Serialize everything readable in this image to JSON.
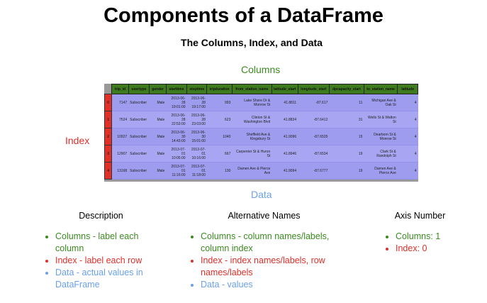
{
  "title": "Components of a DataFrame",
  "subtitle": "The Columns, Index, and Data",
  "labels": {
    "columns": "Columns",
    "index": "Index",
    "data": "Data"
  },
  "colors": {
    "columns": "#3a8a1f",
    "index": "#e0302a",
    "data": "#6aa0ee"
  },
  "table": {
    "headers": [
      "trip_id",
      "usertype",
      "gender",
      "starttime",
      "stoptime",
      "tripduration",
      "from_station_name",
      "latitude_start",
      "longitude_start",
      "dpcapacity_start",
      "to_station_name",
      "latitude"
    ],
    "index": [
      "0",
      "1",
      "2",
      "3",
      "4"
    ],
    "rows": [
      [
        "7147",
        "Subscriber",
        "Male",
        "2013-06-28 19:01:00",
        "2013-06-28 19:17:00",
        "993",
        "Lake Shore Dr & Monroe St",
        "41.8811",
        "-87.617",
        "11",
        "Michigan Ave & Oak St",
        "4"
      ],
      [
        "7524",
        "Subscriber",
        "Male",
        "2013-06-28 22:53:00",
        "2013-06-28 23:03:00",
        "623",
        "Clinton St & Washington Blvd",
        "41.8834",
        "-87.6412",
        "31",
        "Wells St & Walton St",
        "4"
      ],
      [
        "10927",
        "Subscriber",
        "Male",
        "2013-06-30 14:43:00",
        "2013-06-30 15:01:00",
        "1040",
        "Sheffield Ave & Kingsbury St",
        "41.9096",
        "-87.6535",
        "15",
        "Dearborn St & Monroe St",
        "4"
      ],
      [
        "12907",
        "Subscriber",
        "Male",
        "2013-07-01 10:05:00",
        "2013-07-01 10:16:00",
        "667",
        "Carpenter St & Huron St",
        "41.8946",
        "-87.6534",
        "19",
        "Clark St & Randolph St",
        "4"
      ],
      [
        "13168",
        "Subscriber",
        "Male",
        "2013-07-01 11:16:00",
        "2013-07-01 11:18:00",
        "130",
        "Damen Ave & Pierce Ave",
        "41.9094",
        "-87.6777",
        "19",
        "Damen Ave & Pierce Ave",
        "4"
      ]
    ]
  },
  "sections": [
    {
      "heading": "Description",
      "items": [
        "Columns - label each column",
        "Index - label each row",
        "Data - actual values in DataFrame"
      ]
    },
    {
      "heading": "Alternative Names",
      "items": [
        "Columns - column names/labels, column index",
        "Index - index names/labels, row names/labels",
        "Data - values"
      ]
    },
    {
      "heading": "Axis Number",
      "items": [
        "Columns: 1",
        "Index: 0"
      ]
    }
  ]
}
